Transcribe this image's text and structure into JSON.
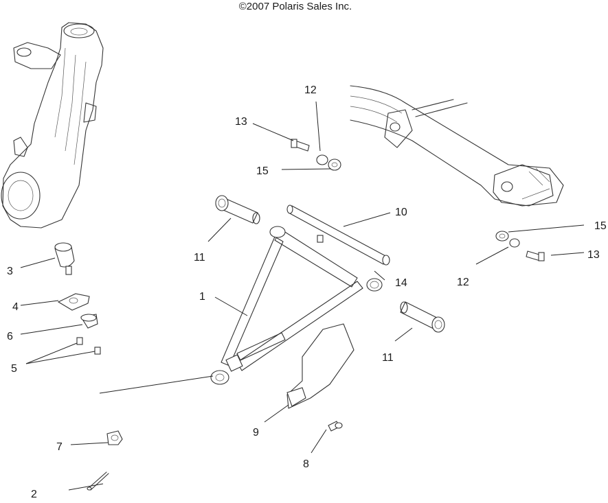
{
  "copyright": "©2007 Polaris Sales Inc.",
  "callouts": [
    {
      "id": "c1",
      "label": "1"
    },
    {
      "id": "c2",
      "label": "2"
    },
    {
      "id": "c3",
      "label": "3"
    },
    {
      "id": "c4",
      "label": "4"
    },
    {
      "id": "c5",
      "label": "5"
    },
    {
      "id": "c6",
      "label": "6"
    },
    {
      "id": "c7",
      "label": "7"
    },
    {
      "id": "c8",
      "label": "8"
    },
    {
      "id": "c9",
      "label": "9"
    },
    {
      "id": "c10",
      "label": "10"
    },
    {
      "id": "c11a",
      "label": "11"
    },
    {
      "id": "c11b",
      "label": "11"
    },
    {
      "id": "c12a",
      "label": "12"
    },
    {
      "id": "c12b",
      "label": "12"
    },
    {
      "id": "c13a",
      "label": "13"
    },
    {
      "id": "c13b",
      "label": "13"
    },
    {
      "id": "c14",
      "label": "14"
    },
    {
      "id": "c15a",
      "label": "15"
    },
    {
      "id": "c15b",
      "label": "15"
    }
  ]
}
